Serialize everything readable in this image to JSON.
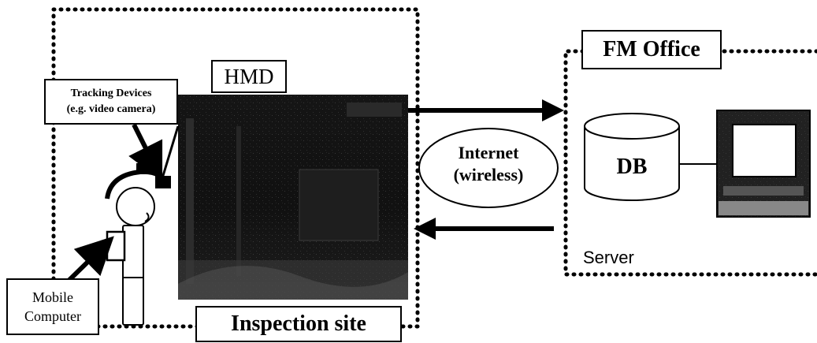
{
  "hmd_label": "HMD",
  "tracking_devices": {
    "line1": "Tracking Devices",
    "line2": "(e.g. video camera)"
  },
  "mobile_computer": {
    "line1": "Mobile",
    "line2": "Computer"
  },
  "inspection_site_label": "Inspection site",
  "fm_office_label": "FM Office",
  "internet": {
    "line1": "Internet",
    "line2": "(wireless)"
  },
  "db_label": "DB",
  "server_label": "Server"
}
